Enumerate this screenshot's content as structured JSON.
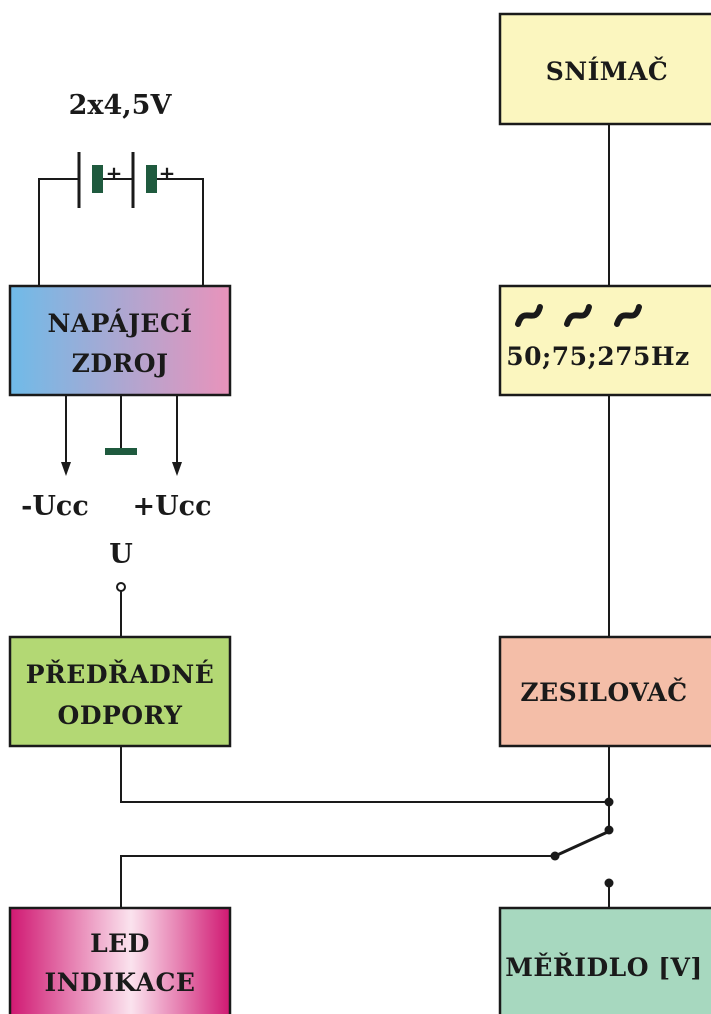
{
  "blocks": {
    "snimac": "SNÍMAČ",
    "filter_freq": "50;75;275Hz",
    "napajeci_line1": "NAPÁJECÍ",
    "napajeci_line2": "ZDROJ",
    "predradne_line1": "PŘEDŘADNÉ",
    "predradne_line2": "ODPORY",
    "zesilovac": "ZESILOVAČ",
    "led_line1": "LED",
    "led_line2": "INDIKACE",
    "meridlo": "MĚŘIDLO [V]"
  },
  "battery": {
    "label": "2x4,5V",
    "plus_symbol": "+"
  },
  "supply_outputs": {
    "minus": "-Ucc",
    "plus": "+Ucc"
  },
  "terminal_label": "U",
  "colors": {
    "snimac": "#fbf6bf",
    "filter": "#fbf6bf",
    "napajeci_left": "#6fbbe8",
    "napajeci_right": "#e993bb",
    "predradne": "#b3d874",
    "zesilovac": "#f4bea8",
    "led_dark": "#d01872",
    "led_light": "#fbe3ee",
    "meridlo": "#a7d8bf",
    "battery": "#1f5a3e"
  }
}
